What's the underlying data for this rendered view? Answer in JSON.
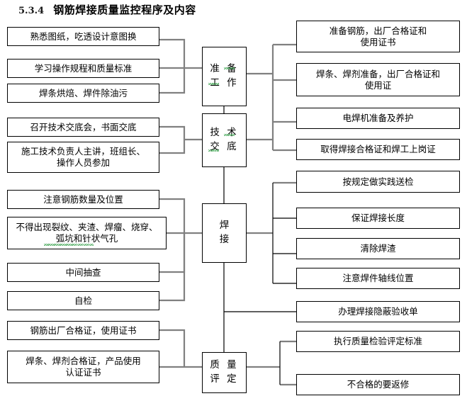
{
  "heading": {
    "number": "5.3.4",
    "text": "钢筋焊接质量监控程序及内容"
  },
  "diagram": {
    "type": "flowchart",
    "orientation": "left-inputs → center-stages → right-outputs",
    "stages": [
      {
        "id": "stage-preparation",
        "label": "准 备\n工 作"
      },
      {
        "id": "stage-technical-briefing",
        "label": "技 术\n交 底"
      },
      {
        "id": "stage-welding",
        "label": "焊\n接"
      },
      {
        "id": "stage-quality-evaluation",
        "label": "质 量\n评 定"
      }
    ],
    "left_items": [
      {
        "id": "left-1",
        "label": "熟悉图纸，吃透设计意图换",
        "stage": "stage-preparation"
      },
      {
        "id": "left-2",
        "label": "学习操作规程和质量标准",
        "stage": "stage-preparation"
      },
      {
        "id": "left-3",
        "label": "焊条烘焙、焊件除油污",
        "stage": "stage-preparation"
      },
      {
        "id": "left-4",
        "label": "召开技术交底会，书面交底",
        "stage": "stage-technical-briefing"
      },
      {
        "id": "left-5",
        "label": "施工技术负责人主讲，班组长、\n操作人员参加",
        "stage": "stage-technical-briefing"
      },
      {
        "id": "left-6",
        "label": "注意钢筋数量及位置",
        "stage": "stage-welding"
      },
      {
        "id": "left-7",
        "label": "不得出现裂纹、夹渣、焊瘤、烧穿、\n弧坑和针状气孔",
        "stage": "stage-welding"
      },
      {
        "id": "left-8",
        "label": "中间抽查",
        "stage": "stage-welding"
      },
      {
        "id": "left-9",
        "label": "自检",
        "stage": "stage-welding"
      },
      {
        "id": "left-10",
        "label": "钢筋出厂合格证，使用证书",
        "stage": "stage-quality-evaluation"
      },
      {
        "id": "left-11",
        "label": "焊条、焊剂合格证，产品使用\n认证证书",
        "stage": "stage-quality-evaluation"
      }
    ],
    "right_items": [
      {
        "id": "right-1",
        "label": "准备钢筋，出厂合格证和\n使用证书",
        "stage": "stage-preparation"
      },
      {
        "id": "right-2",
        "label": "焊条、焊剂准备，出厂合格证和\n使用证",
        "stage": "stage-preparation"
      },
      {
        "id": "right-3",
        "label": "电焊机准备及养护",
        "stage": "stage-preparation"
      },
      {
        "id": "right-4",
        "label": "取得焊接合格证和焊工上岗证",
        "stage": "stage-technical-briefing"
      },
      {
        "id": "right-5",
        "label": "按规定做实践送检",
        "stage": "stage-technical-briefing"
      },
      {
        "id": "right-6",
        "label": "保证焊接长度",
        "stage": "stage-welding"
      },
      {
        "id": "right-7",
        "label": "清除焊渣",
        "stage": "stage-welding"
      },
      {
        "id": "right-8",
        "label": "注意焊件轴线位置",
        "stage": "stage-welding"
      },
      {
        "id": "right-9",
        "label": "办理焊接隐蔽验收单",
        "stage": "stage-quality-evaluation"
      },
      {
        "id": "right-10",
        "label": "执行质量检验评定标准",
        "stage": "stage-quality-evaluation"
      },
      {
        "id": "right-11",
        "label": "不合格的要返修",
        "stage": "stage-quality-evaluation"
      }
    ]
  },
  "colors": {
    "border": "#000000",
    "connector_dark": "#000000",
    "connector_gray": "#808080",
    "text": "#000000",
    "spellcheck_underline": "#2f9e44",
    "background": "#ffffff"
  }
}
